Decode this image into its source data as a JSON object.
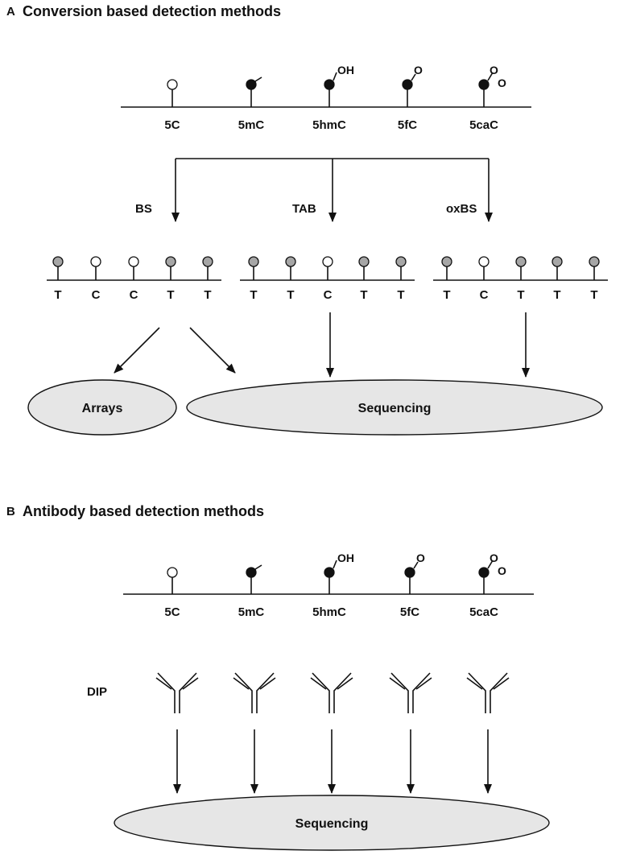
{
  "panel_a": {
    "letter": "A",
    "title": "Conversion based detection methods",
    "bases": [
      "5C",
      "5mC",
      "5hmC",
      "5fC",
      "5caC"
    ],
    "groups": {
      "oh": "OH",
      "o": "O"
    },
    "methods": [
      "BS",
      "TAB",
      "oxBS"
    ],
    "readouts": {
      "bs": [
        "T",
        "C",
        "C",
        "T",
        "T"
      ],
      "tab": [
        "T",
        "T",
        "C",
        "T",
        "T"
      ],
      "oxbs": [
        "T",
        "C",
        "T",
        "T",
        "T"
      ]
    },
    "outputs": {
      "arrays": "Arrays",
      "sequencing": "Sequencing"
    }
  },
  "panel_b": {
    "letter": "B",
    "title": "Antibody based detection methods",
    "bases": [
      "5C",
      "5mC",
      "5hmC",
      "5fC",
      "5caC"
    ],
    "groups": {
      "oh": "OH",
      "o": "O"
    },
    "method": "DIP",
    "output": "Sequencing"
  }
}
